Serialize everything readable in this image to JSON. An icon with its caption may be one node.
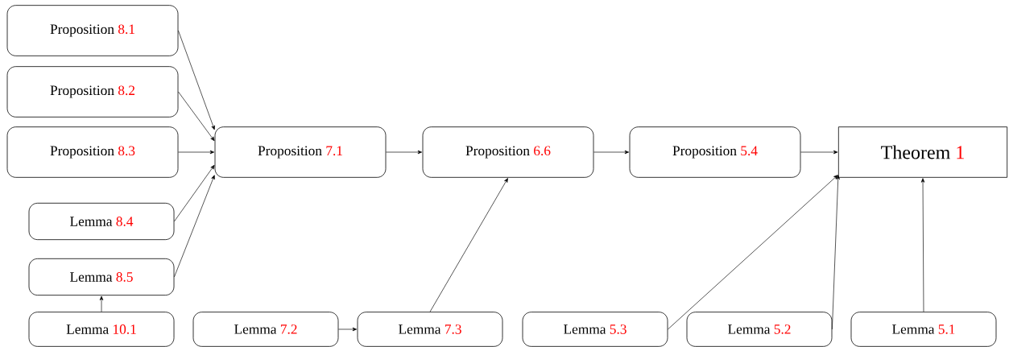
{
  "diagram": {
    "nodes": [
      {
        "text": [
          "Proposition",
          "8.1"
        ]
      },
      {
        "text": [
          "Proposition",
          "8.2"
        ]
      },
      {
        "text": [
          "Proposition",
          "8.3"
        ]
      },
      {
        "text": [
          "Lemma",
          "8.4"
        ]
      },
      {
        "text": [
          "Lemma",
          "8.5"
        ]
      },
      {
        "text": [
          "Lemma",
          "10.1"
        ]
      },
      {
        "text": [
          "Proposition",
          "7.1"
        ]
      },
      {
        "text": [
          "Proposition",
          "6.6"
        ]
      },
      {
        "text": [
          "Proposition",
          "5.4"
        ]
      },
      {
        "text": [
          "Theorem",
          "1"
        ]
      },
      {
        "text": [
          "Lemma",
          "7.2"
        ]
      },
      {
        "text": [
          "Lemma",
          "7.3"
        ]
      },
      {
        "text": [
          "Lemma",
          "5.3"
        ]
      },
      {
        "text": [
          "Lemma",
          "5.2"
        ]
      },
      {
        "text": [
          "Lemma",
          "5.1"
        ]
      }
    ],
    "edges": [
      {
        "from": 0,
        "to": 6,
        "arrow": "to"
      },
      {
        "from": 1,
        "to": 6,
        "arrow": "to"
      },
      {
        "from": 2,
        "to": 6,
        "arrow": "to"
      },
      {
        "from": 3,
        "to": 6,
        "arrow": "to"
      },
      {
        "from": 4,
        "to": 6,
        "arrow": "to"
      },
      {
        "from": 5,
        "to": 4,
        "arrow": "to"
      },
      {
        "from": 6,
        "to": 7,
        "arrow": "to"
      },
      {
        "from": 7,
        "to": 8,
        "arrow": "to"
      },
      {
        "from": 8,
        "to": 9,
        "arrow": "to"
      },
      {
        "from": 10,
        "to": 11,
        "arrow": "to"
      },
      {
        "from": 11,
        "to": 7,
        "arrow": "to"
      },
      {
        "from": 12,
        "to": 9,
        "arrow": "to"
      },
      {
        "from": 13,
        "to": 9,
        "arrow": "to"
      },
      {
        "from": 14,
        "to": 9,
        "arrow": "to"
      }
    ]
  }
}
